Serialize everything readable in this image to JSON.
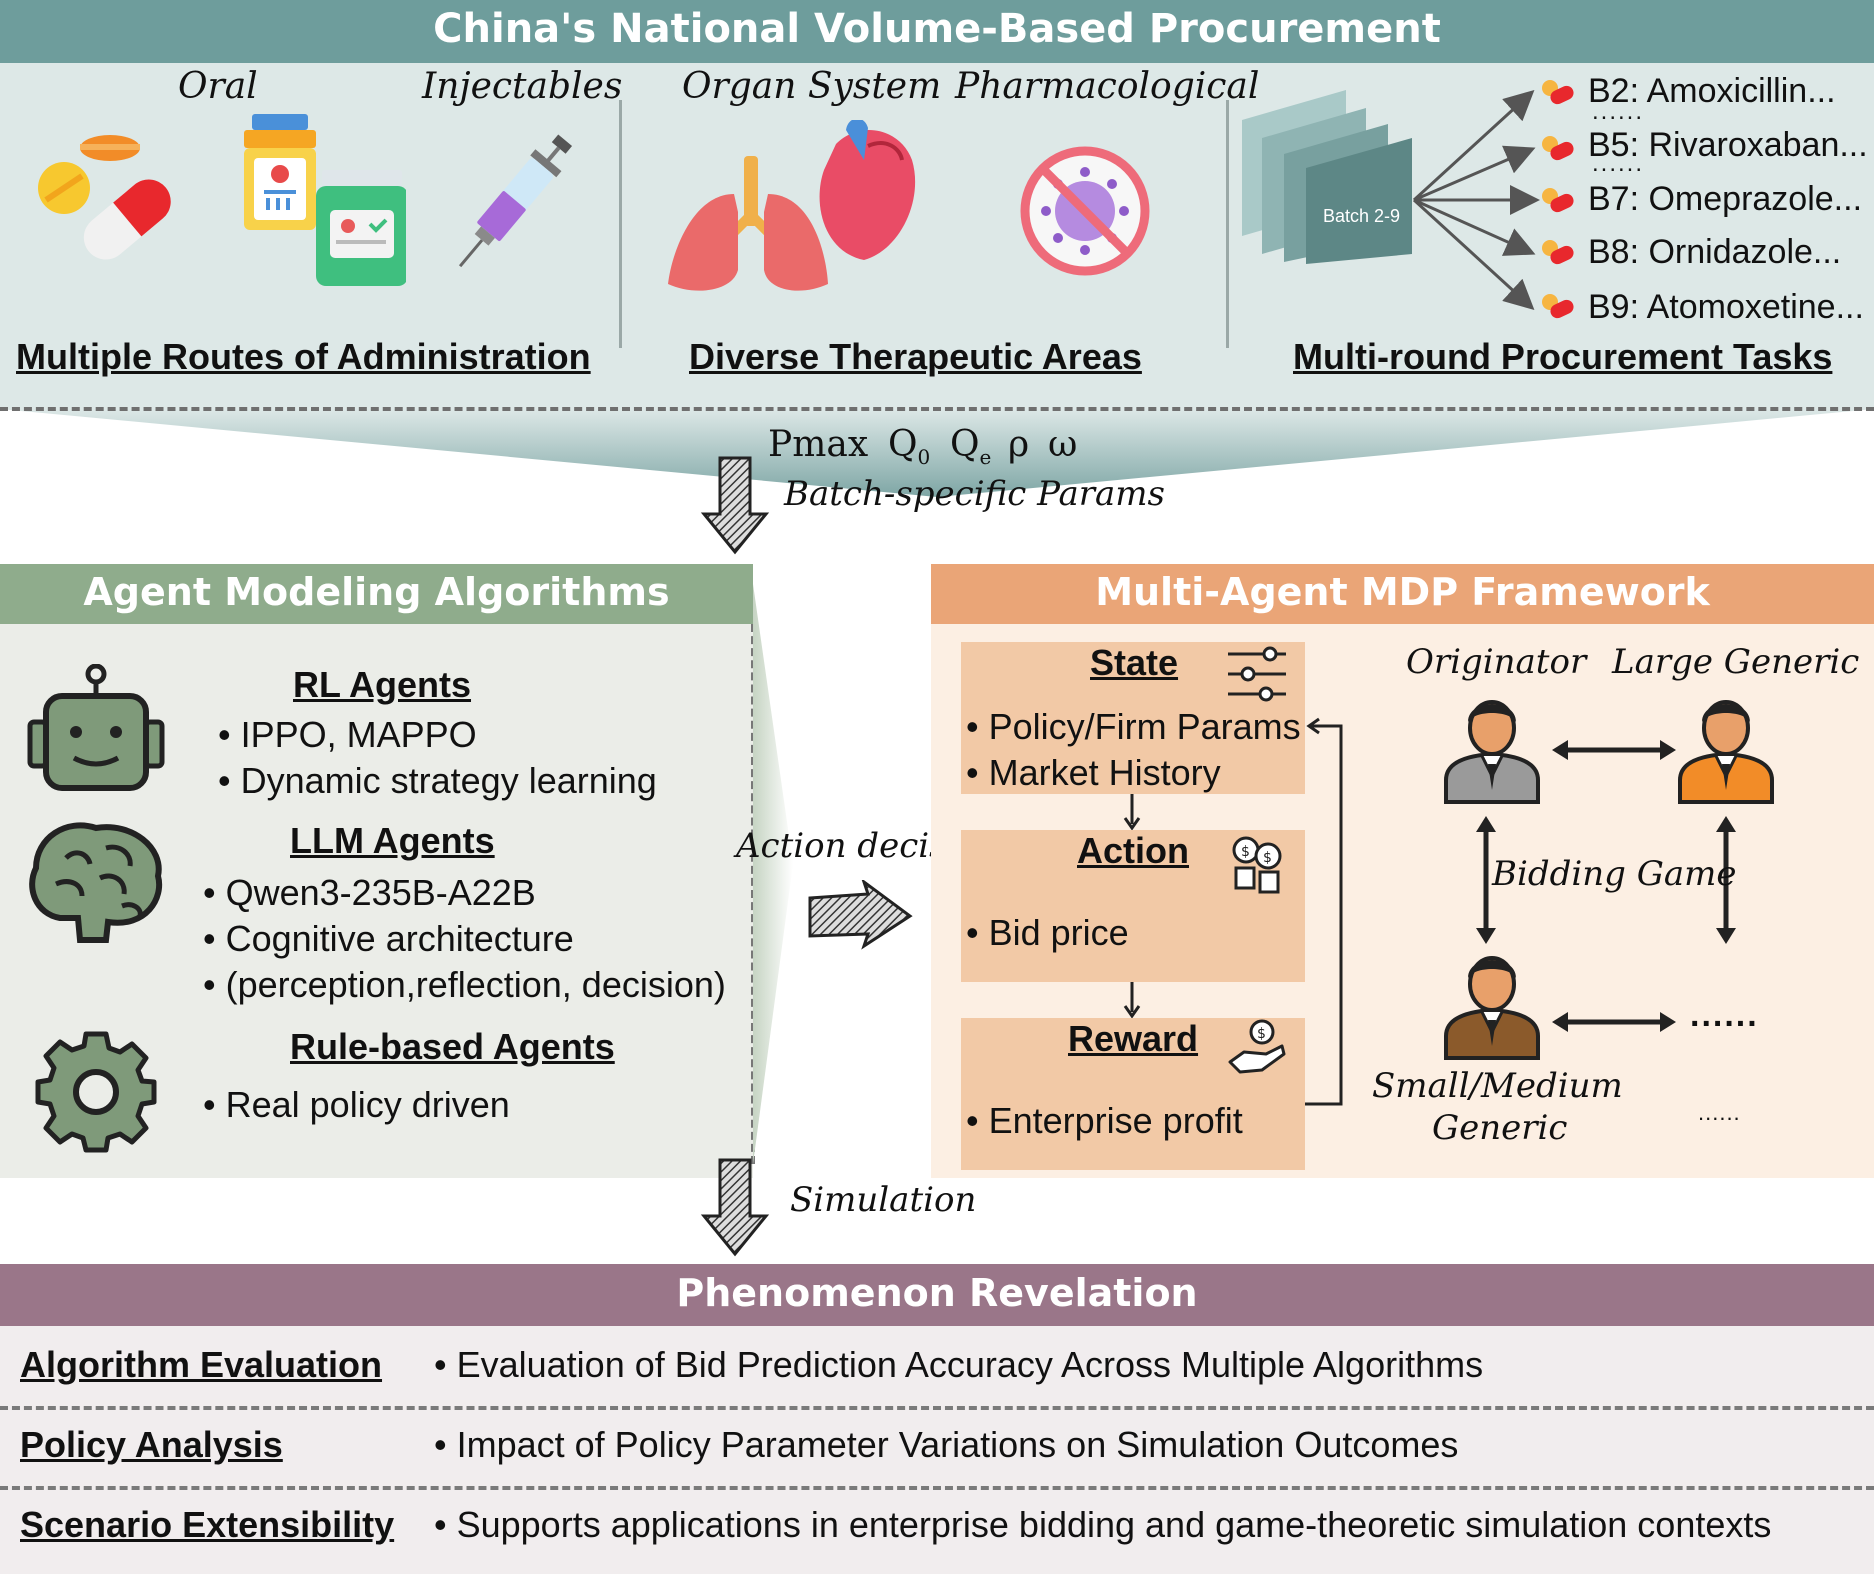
{
  "top": {
    "title": "China's National Volume-Based Procurement",
    "routes": {
      "title": "Multiple Routes of Administration",
      "labels": [
        "Oral",
        "Injectables"
      ]
    },
    "areas": {
      "title": "Diverse Therapeutic Areas",
      "labels": [
        "Organ System",
        "Pharmacological"
      ]
    },
    "tasks": {
      "title": "Multi-round Procurement Tasks",
      "batch_label": "Batch 2-9",
      "items": [
        "B2: Amoxicillin...",
        "B5: Rivaroxaban...",
        "B7: Omeprazole...",
        "B8: Ornidazole...",
        "B9: Atomoxetine..."
      ],
      "ellipsis": "......"
    }
  },
  "params": {
    "symbols": [
      "Pmax",
      "Q",
      "Q",
      "ρ",
      "ω"
    ],
    "subscripts": [
      "0",
      "e"
    ],
    "caption": "Batch-specific Params"
  },
  "agents": {
    "title": "Agent Modeling Algorithms",
    "rl": {
      "title": "RL Agents",
      "bullets": [
        "IPPO, MAPPO",
        "Dynamic strategy learning"
      ]
    },
    "llm": {
      "title": "LLM Agents",
      "bullets": [
        "Qwen3-235B-A22B",
        "Cognitive architecture",
        "(perception,reflection, decision)"
      ]
    },
    "rule": {
      "title": "Rule-based Agents",
      "bullets": [
        "Real policy driven"
      ]
    }
  },
  "action_decision": "Action decision",
  "mdp": {
    "title": "Multi-Agent MDP Framework",
    "state": {
      "title": "State",
      "bullets": [
        "Policy/Firm Params",
        "Market History"
      ]
    },
    "action": {
      "title": "Action",
      "bullets": [
        "Bid price"
      ]
    },
    "reward": {
      "title": "Reward",
      "bullets": [
        "Enterprise profit"
      ]
    },
    "players": {
      "originator": "Originator",
      "large_generic": "Large Generic",
      "small_medium_1": "Small/Medium",
      "small_medium_2": "Generic",
      "bidding_game": "Bidding Game",
      "dots_1": "......",
      "dots_2": "......"
    }
  },
  "simulation": "Simulation",
  "phenomenon": {
    "title": "Phenomenon Revelation",
    "rows": [
      {
        "label": "Algorithm Evaluation",
        "text": "Evaluation of Bid Prediction Accuracy Across Multiple Algorithms"
      },
      {
        "label": "Policy Analysis",
        "text": "Impact of Policy Parameter Variations on Simulation Outcomes"
      },
      {
        "label": "Scenario Extensibility",
        "text": "Supports applications in enterprise bidding and game-theoretic simulation contexts"
      }
    ]
  },
  "colors": {
    "top_header": "#6e9d9c",
    "top_bg": "#dde8e7",
    "agents_header": "#8fac8c",
    "agents_bg": "#ebede8",
    "mdp_header": "#eaa577",
    "mdp_bg": "#fcefe3",
    "mdp_box": "#f2c9a6",
    "phen_header": "#9a7689",
    "phen_bg": "#f1edee"
  }
}
